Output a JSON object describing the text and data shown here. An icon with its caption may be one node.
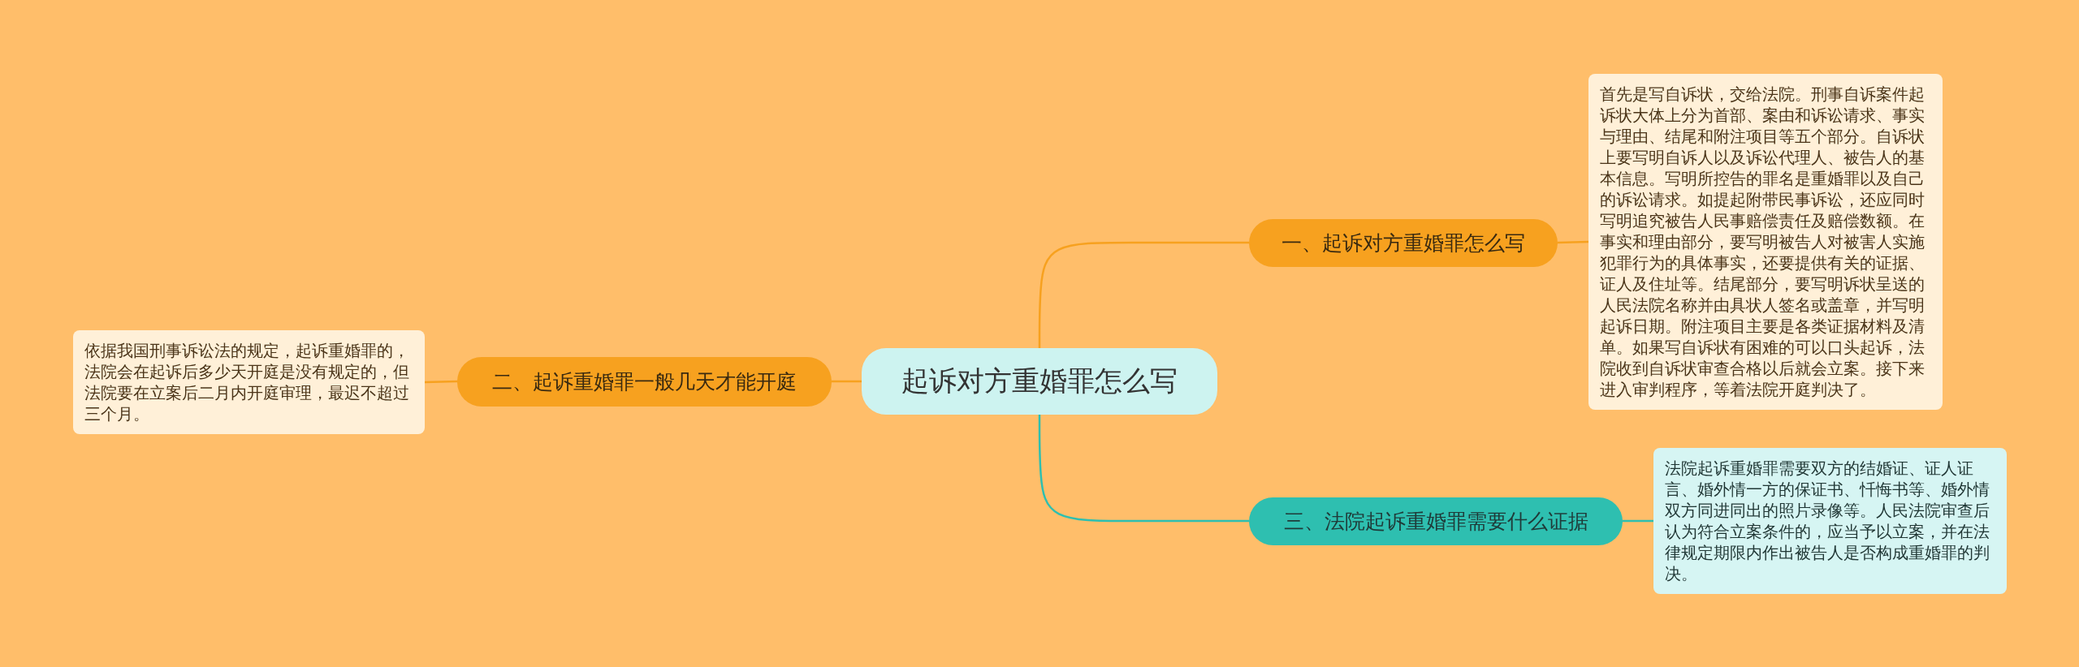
{
  "diagram": {
    "nodes": [
      {
        "text": [
          "起诉对方重婚罪怎么写"
        ]
      },
      {
        "text": [
          "一、起诉对方重婚罪怎么写"
        ]
      },
      {
        "text": [
          "首先是写自诉状，交给法院。刑事自诉案件起诉状大体上分为首部、案由和诉讼请求、事实与理由、结尾和附注项目等五个部分。自诉状上要写明自诉人以及诉讼代理人、被告人的基本信息。写明所控告的罪名是重婚罪以及自己的诉讼请求。如提起附带民事诉讼，还应同时写明追究被告人民事赔偿责任及赔偿数额。在事实和理由部分，要写明被告人对被害人实施犯罪行为的具体事实，还要提供有关的证据、证人及住址等。结尾部分，要写明诉状呈送的人民法院名称并由具状人签名或盖章，并写明起诉日期。附注项目主要是各类证据材料及清单。如果写自诉状有困难的可以口头起诉，法院收到自诉状审查合格以后就会立案。接下来进入审判程序，等着法院开庭判决了。"
        ]
      },
      {
        "text": [
          "二、起诉重婚罪一般几天才能开庭"
        ]
      },
      {
        "text": [
          "依据我国刑事诉讼法的规定，起诉重婚罪的，法院会在起诉后多少天开庭是没有规定的，但法院要在立案后二月内开庭审理，最迟不超过三个月。"
        ]
      },
      {
        "text": [
          "三、法院起诉重婚罪需要什么证据"
        ]
      },
      {
        "text": [
          "法院起诉重婚罪需要双方的结婚证、证人证言、婚外情一方的保证书、忏悔书等、婚外情双方同进同出的照片录像等。人民法院审查后认为符合立案条件的，应当予以立案，并在法律规定期限内作出被告人是否构成重婚罪的判决。"
        ]
      }
    ],
    "edges": [
      {
        "from": 0,
        "to": 1,
        "arrow": "none"
      },
      {
        "from": 0,
        "to": 3,
        "arrow": "none"
      },
      {
        "from": 0,
        "to": 5,
        "arrow": "none",
        "color": "#2ebfb0"
      },
      {
        "from": 1,
        "to": 2,
        "arrow": "none"
      },
      {
        "from": 3,
        "to": 4,
        "arrow": "none"
      },
      {
        "from": 5,
        "to": 6,
        "arrow": "none",
        "color": "#2ebfb0"
      }
    ]
  }
}
